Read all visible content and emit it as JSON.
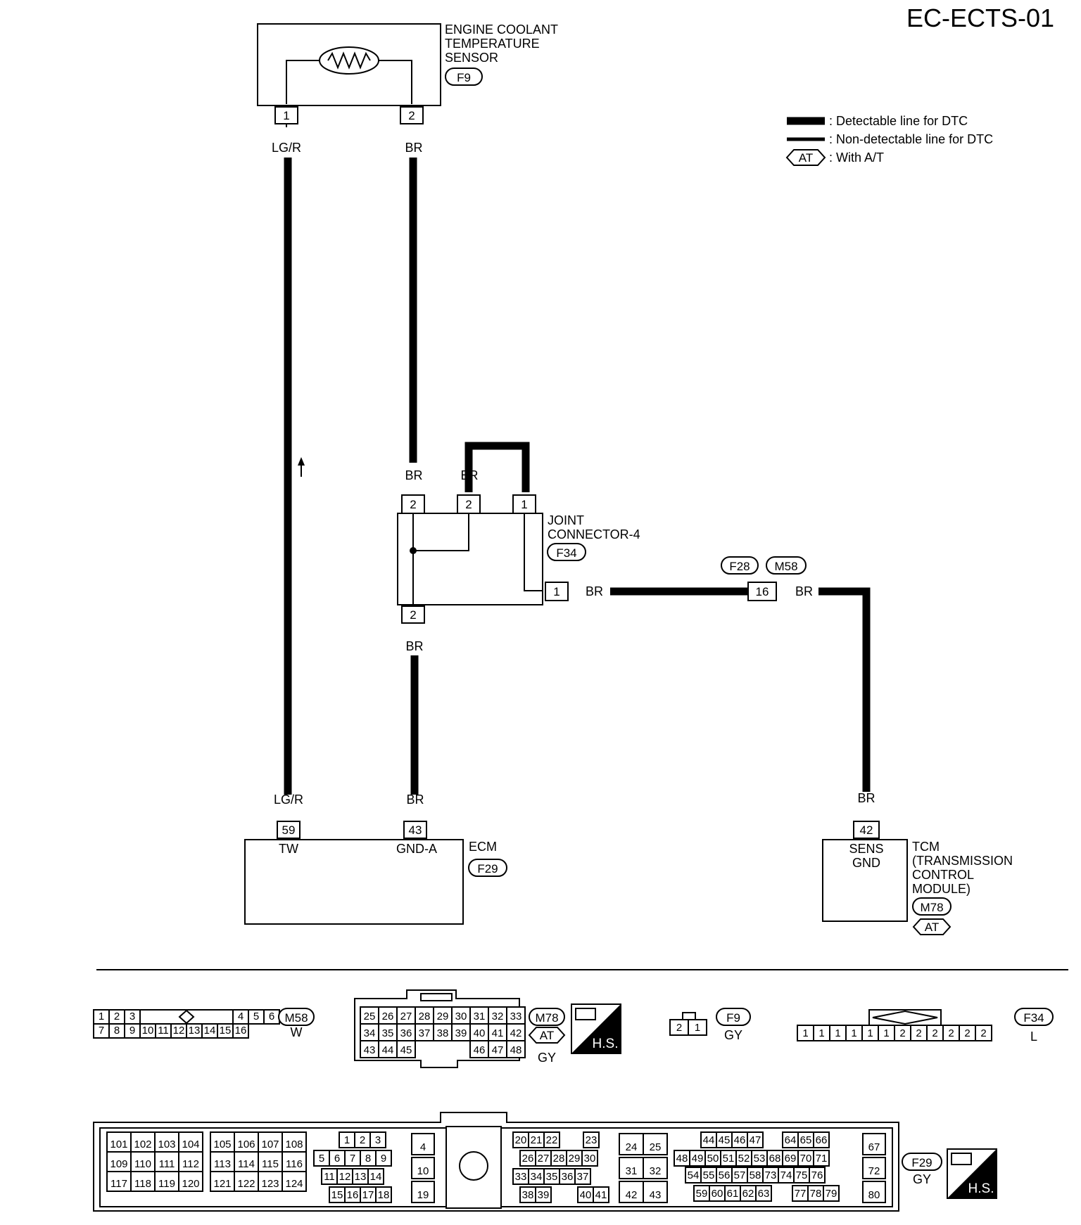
{
  "page_code": "EC-ECTS-01",
  "legend": {
    "detectable": ": Detectable line for DTC",
    "non_detectable": ": Non-detectable line for DTC",
    "with_at_symbol": "AT",
    "with_at": ": With A/T"
  },
  "sensor": {
    "name_line1": "ENGINE COOLANT",
    "name_line2": "TEMPERATURE",
    "name_line3": "SENSOR",
    "connector": "F9",
    "pin1": "1",
    "pin2": "2"
  },
  "wires": {
    "lgr_top": "LG/R",
    "br_top": "BR",
    "br_joint_left": "BR",
    "br_joint_mid": "BR",
    "br_joint_right": "BR",
    "br_relay_right": "BR",
    "br_below_joint": "BR",
    "lgr_ecm": "LG/R",
    "br_ecm": "BR",
    "br_tcm": "BR"
  },
  "joint": {
    "name_line1": "JOINT",
    "name_line2": "CONNECTOR-4",
    "connector": "F34",
    "pin_top_left": "2",
    "pin_top_mid": "2",
    "pin_top_right": "1",
    "pin_right": "1",
    "pin_bottom": "2"
  },
  "relay_connector": {
    "conn_a": "F28",
    "conn_b": "M58",
    "pin": "16"
  },
  "ecm": {
    "name": "ECM",
    "connector": "F29",
    "pin_tw": "59",
    "pin_gnd": "43",
    "label_tw": "TW",
    "label_gnd": "GND-A"
  },
  "tcm": {
    "line1": "TCM",
    "line2": "(TRANSMISSION",
    "line3": "CONTROL",
    "line4": "MODULE)",
    "connector": "M78",
    "at": "AT",
    "pin": "42",
    "pin_label1": "SENS",
    "pin_label2": "GND"
  },
  "connector_views": {
    "m58": {
      "id": "M58",
      "color": "W",
      "row1": [
        "1",
        "2",
        "3",
        "4",
        "5",
        "6"
      ],
      "row2": [
        "7",
        "8",
        "9",
        "10",
        "11",
        "12",
        "13",
        "14",
        "15",
        "16"
      ]
    },
    "m78": {
      "id": "M78",
      "at": "AT",
      "color": "GY",
      "hs": "H.S.",
      "row1": [
        "25",
        "26",
        "27",
        "28",
        "29",
        "30",
        "31",
        "32",
        "33"
      ],
      "row2": [
        "34",
        "35",
        "36",
        "37",
        "38",
        "39",
        "40",
        "41",
        "42"
      ],
      "row3": [
        "43",
        "44",
        "45",
        "46",
        "47",
        "48"
      ]
    },
    "f9": {
      "id": "F9",
      "color": "GY",
      "pins": [
        "2",
        "1"
      ]
    },
    "f34": {
      "id": "F34",
      "color": "L",
      "pins": [
        "1",
        "1",
        "1",
        "1",
        "1",
        "1",
        "2",
        "2",
        "2",
        "2",
        "2",
        "2"
      ]
    },
    "f29": {
      "id": "F29",
      "color": "GY",
      "hs": "H.S.",
      "block1": [
        [
          "101",
          "102",
          "103",
          "104"
        ],
        [
          "109",
          "110",
          "111",
          "112"
        ],
        [
          "117",
          "118",
          "119",
          "120"
        ]
      ],
      "block2": [
        [
          "105",
          "106",
          "107",
          "108"
        ],
        [
          "113",
          "114",
          "115",
          "116"
        ],
        [
          "121",
          "122",
          "123",
          "124"
        ]
      ],
      "block3": [
        [
          "1",
          "2",
          "3"
        ],
        [
          "5",
          "6",
          "7",
          "8",
          "9"
        ],
        [
          "11",
          "12",
          "13",
          "14"
        ],
        [
          "15",
          "16",
          "17",
          "18"
        ]
      ],
      "block4": [
        "4",
        "10",
        "19"
      ],
      "block5": [
        [
          "20",
          "21",
          "22",
          "23"
        ],
        [
          "26",
          "27",
          "28",
          "29",
          "30"
        ],
        [
          "33",
          "34",
          "35",
          "36",
          "37"
        ],
        [
          "38",
          "39",
          "40",
          "41"
        ]
      ],
      "block6": [
        [
          "24",
          "25"
        ],
        [
          "31",
          "32"
        ],
        [
          "42",
          "43"
        ]
      ],
      "block7": [
        [
          "44",
          "45",
          "46",
          "47",
          "64",
          "65",
          "66"
        ],
        [
          "48",
          "49",
          "50",
          "51",
          "52",
          "53",
          "68",
          "69",
          "70",
          "71"
        ],
        [
          "54",
          "55",
          "56",
          "57",
          "58",
          "73",
          "74",
          "75",
          "76"
        ],
        [
          "59",
          "60",
          "61",
          "62",
          "63",
          "77",
          "78",
          "79"
        ]
      ],
      "block8": [
        "67",
        "72",
        "80"
      ]
    }
  }
}
